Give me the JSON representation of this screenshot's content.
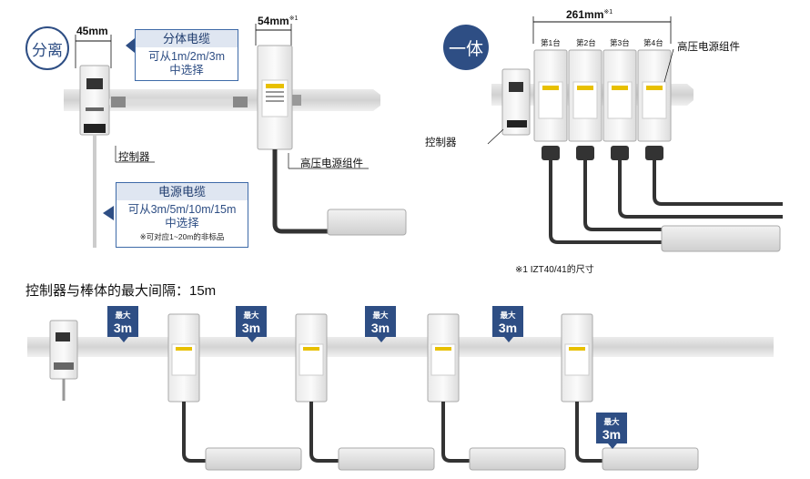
{
  "top_left": {
    "badge": "分离",
    "dim_controller": "45mm",
    "dim_module": "54mm",
    "dim_module_note": "※1",
    "split_cable": {
      "title": "分体电缆",
      "line1": "可从1m/2m/3m",
      "line2": "中选择"
    },
    "power_cable": {
      "title": "电源电缆",
      "line1": "可从3m/5m/10m/15m",
      "line2": "中选择",
      "note": "※可对应1~20m的非标品"
    },
    "controller_label": "控制器",
    "module_label": "高压电源组件"
  },
  "top_right": {
    "badge": "一体",
    "dim_total": "261mm",
    "dim_total_note": "※1",
    "units": [
      "第1台",
      "第2台",
      "第3台",
      "第4台"
    ],
    "module_label": "高压电源组件",
    "controller_label": "控制器",
    "footnote": "※1 IZT40/41的尺寸"
  },
  "bottom": {
    "heading": "控制器与棒体的最大间隔：15m",
    "max_labels": [
      {
        "small": "最大",
        "big": "3m"
      },
      {
        "small": "最大",
        "big": "3m"
      },
      {
        "small": "最大",
        "big": "3m"
      },
      {
        "small": "最大",
        "big": "3m"
      },
      {
        "small": "最大",
        "big": "3m"
      }
    ]
  },
  "colors": {
    "accent": "#2e4e84",
    "callout_border": "#3e6aa8",
    "callout_head": "#dfe6f1"
  }
}
